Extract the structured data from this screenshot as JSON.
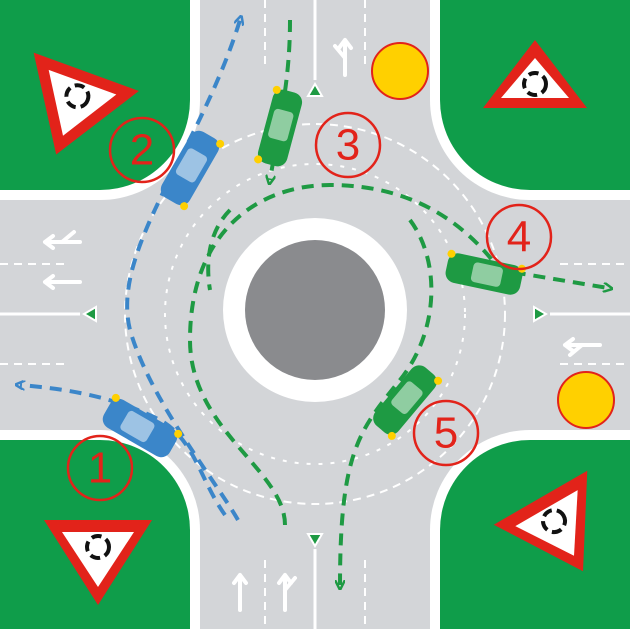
{
  "colors": {
    "grass": "#0f9d4a",
    "road": "#d3d5d8",
    "marking": "#ffffff",
    "island": "#8a8b8e",
    "blue": "#3b86c9",
    "green": "#1e9a43",
    "indicator": "#ffd000",
    "sign_red": "#e2231a"
  },
  "signs": [
    {
      "id": "sign-top-left",
      "icon": "roundabout-sign-icon"
    },
    {
      "id": "sign-top-right",
      "icon": "roundabout-sign-icon"
    },
    {
      "id": "sign-bottom-left",
      "icon": "roundabout-sign-icon"
    },
    {
      "id": "sign-bottom-right",
      "icon": "roundabout-sign-icon"
    }
  ],
  "labels": [
    {
      "id": "label-1",
      "text": "1"
    },
    {
      "id": "label-2",
      "text": "2"
    },
    {
      "id": "label-3",
      "text": "3"
    },
    {
      "id": "label-4",
      "text": "4"
    },
    {
      "id": "label-5",
      "text": "5"
    }
  ],
  "vehicles": [
    {
      "id": "car-1",
      "color": "blue"
    },
    {
      "id": "car-2",
      "color": "blue"
    },
    {
      "id": "car-3",
      "color": "green"
    },
    {
      "id": "car-4",
      "color": "green"
    },
    {
      "id": "car-5",
      "color": "green"
    }
  ],
  "beacons": [
    {
      "id": "beacon-top",
      "icon": "yellow-beacon-icon"
    },
    {
      "id": "beacon-right",
      "icon": "yellow-beacon-icon"
    }
  ]
}
